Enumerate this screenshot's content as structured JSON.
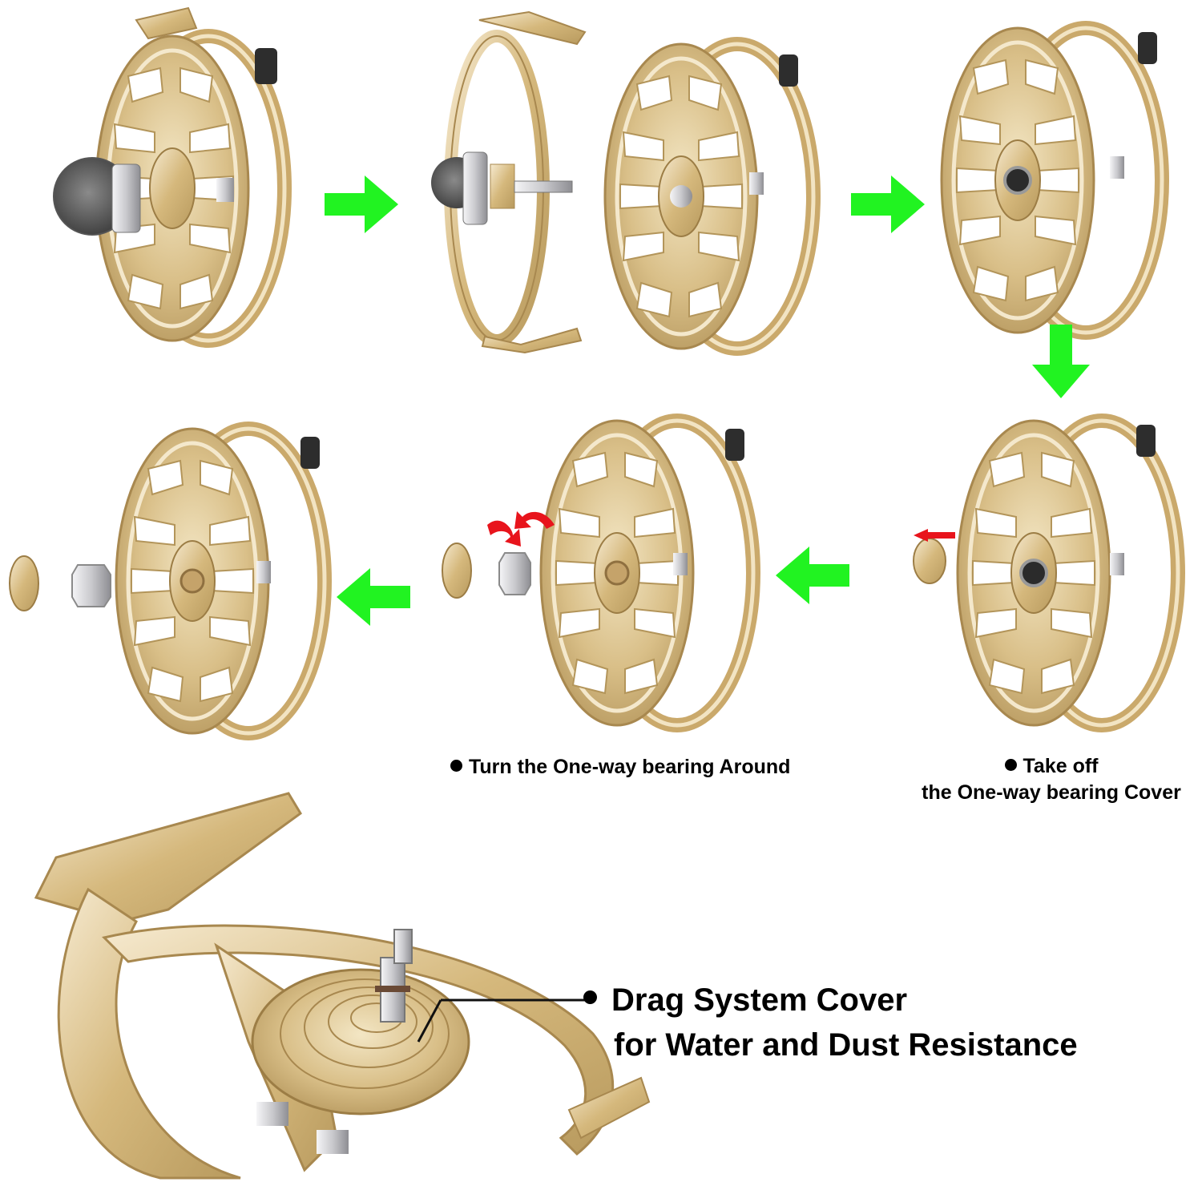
{
  "colors": {
    "gold": "#d7bd86",
    "gold_light": "#efe0bd",
    "gold_dark": "#a8884f",
    "knob_dark": "#2d2d2d",
    "arrow_green": "#21f321",
    "arrow_red": "#e8141c",
    "silver": "#d9d9dc"
  },
  "captions": {
    "turn_bearing": "Turn the One-way bearing Around",
    "take_off_line1": "Take off",
    "take_off_line2": "the One-way bearing Cover",
    "drag_line1": "Drag System Cover",
    "drag_line2": "for Water and Dust Resistance"
  },
  "icons": {
    "flow_arrow": "green-arrow-icon",
    "rotate_arrow": "red-rotate-arrow-icon",
    "bullet": "bullet-dot-icon"
  }
}
